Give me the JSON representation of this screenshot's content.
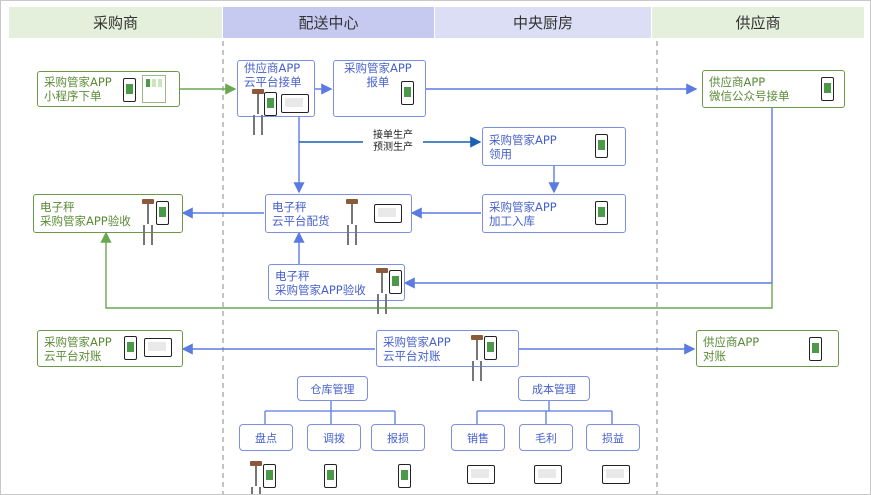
{
  "columns": {
    "purchaser": "采购商",
    "distribution": "配送中心",
    "kitchen": "中央厨房",
    "supplier": "供应商"
  },
  "nodes": {
    "purchaser_order": [
      "采购管家APP",
      "小程序下单"
    ],
    "dist_accept": [
      "供应商APP",
      "云平台接单"
    ],
    "report": [
      "采购管家APP",
      "报单"
    ],
    "supplier_accept": [
      "供应商APP",
      "微信公众号接单"
    ],
    "kitchen_collect": [
      "采购管家APP",
      "领用"
    ],
    "purchaser_inspect": [
      "电子秤",
      "采购管家APP验收"
    ],
    "dist_allocate": [
      "电子秤",
      "云平台配货"
    ],
    "kitchen_process": [
      "采购管家APP",
      "加工入库"
    ],
    "dist_inspect": [
      "电子秤",
      "采购管家APP验收"
    ],
    "purchaser_reconcile": [
      "采购管家APP",
      "云平台对账"
    ],
    "dist_reconcile": [
      "采购管家APP",
      "云平台对账"
    ],
    "supplier_reconcile": [
      "供应商APP",
      "对账"
    ]
  },
  "arrow_label": [
    "接单生产",
    "预测生产"
  ],
  "warehouse": {
    "title": "仓库管理",
    "items": [
      "盘点",
      "调拨",
      "报损"
    ]
  },
  "cost": {
    "title": "成本管理",
    "items": [
      "销售",
      "毛利",
      "损益"
    ]
  },
  "colors": {
    "green_border": "#6b9a47",
    "blue_border": "#7b90e0",
    "arrow_green": "#6aa84f",
    "arrow_blue": "#5b7be0",
    "arrow_dark": "#1a5fb4"
  }
}
